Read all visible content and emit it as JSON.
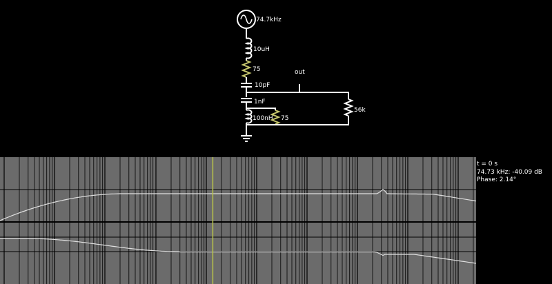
{
  "circuit": {
    "source_label": "74.7kHz",
    "inductor1_label": "10uH",
    "resistor1_label": "75",
    "capacitor1_label": "10pF",
    "capacitor2_label": "1nF",
    "inductor2_label": "100nH",
    "resistor2_label": "75",
    "resistor3_label": "56k",
    "output_label": "out",
    "colors": {
      "wire": "#ffffff",
      "resistor_active": "#c8c86e",
      "background": "#000000"
    }
  },
  "plot": {
    "background": "#6b6b6b",
    "grid_color": "#000000",
    "trace_color": "#e0e0e0",
    "cursor_color": "#b8c44a",
    "cursor_fraction": 0.447
  },
  "readout": {
    "time": "t = 0 s",
    "measurement": "74.73 kHz: -40.09 dB",
    "phase": "Phase: 2.14°"
  }
}
